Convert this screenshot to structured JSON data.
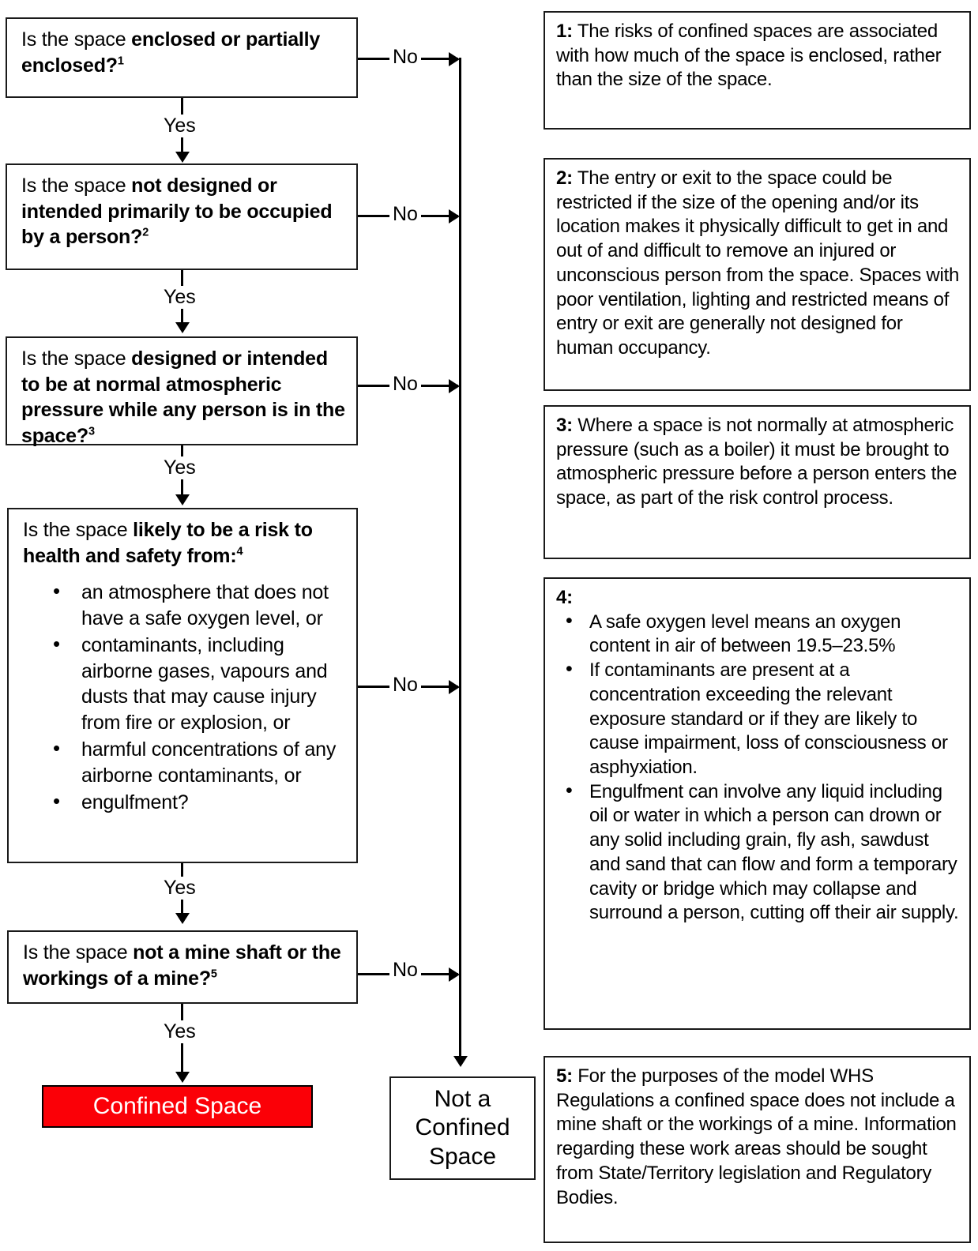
{
  "diagram": {
    "title": "Confined space decision flowchart",
    "accent_red": "#fb0007",
    "line_color": "#000000"
  },
  "decisions": [
    {
      "id": "q1",
      "lead": "Is the space ",
      "bold": "enclosed or partially enclosed?",
      "ref": "1",
      "yes_label": "Yes",
      "no_label": "No"
    },
    {
      "id": "q2",
      "lead": "Is the space ",
      "bold": "not designed or intended primarily to be occupied by a person?",
      "ref": "2",
      "yes_label": "Yes",
      "no_label": "No"
    },
    {
      "id": "q3",
      "lead": "Is the space ",
      "bold": "designed or intended to be at normal atmospheric pressure while any person is in the space?",
      "ref": "3",
      "yes_label": "Yes",
      "no_label": "No"
    },
    {
      "id": "q4",
      "lead": "Is the space ",
      "bold": "likely to be a risk to health and safety from:",
      "ref": "4",
      "yes_label": "Yes",
      "no_label": "No",
      "bullets": [
        "an atmosphere that does not have a safe oxygen level, or",
        "contaminants, including airborne gases, vapours and dusts that may cause injury from fire or explosion, or",
        "harmful concentrations of any airborne contaminants, or",
        "engulfment?"
      ]
    },
    {
      "id": "q5",
      "lead": "Is the space ",
      "bold": "not a mine shaft or the workings of a mine?",
      "ref": "5",
      "yes_label": "Yes",
      "no_label": "No"
    }
  ],
  "outcomes": {
    "confined": "Confined Space",
    "not_confined": "Not a Confined Space"
  },
  "notes": [
    {
      "num": "1:",
      "text": "The risks of confined spaces are associated with how much of the space is enclosed, rather than the size of the space."
    },
    {
      "num": "2:",
      "text": "The entry or exit to the space could be restricted if the size of the opening and/or its location makes it physically difficult to get in and out of and difficult to remove an injured or unconscious person from the space. Spaces with poor ventilation, lighting and restricted means of entry or exit are generally not designed for human occupancy."
    },
    {
      "num": "3:",
      "text": "Where a space is not normally at atmospheric pressure (such as a boiler) it must be brought to atmospheric pressure before a person enters the space, as part of the risk control process."
    },
    {
      "num": "4:",
      "text": "",
      "bullets": [
        "A safe oxygen level means an oxygen content in air of between 19.5–23.5%",
        "If contaminants are present at a concentration exceeding the relevant exposure standard or if they are likely to cause impairment, loss of consciousness or asphyxiation.",
        "Engulfment can involve any liquid including oil or water in which a person can drown or any solid including grain, fly ash, sawdust and sand that can flow and form a temporary cavity or bridge which may collapse and surround a person, cutting off their air supply."
      ]
    },
    {
      "num": "5:",
      "text": "For the purposes of the model WHS Regulations a confined space does not include a mine shaft or the workings of a mine. Information regarding these work areas should be sought from State/Territory legislation and Regulatory Bodies."
    }
  ]
}
